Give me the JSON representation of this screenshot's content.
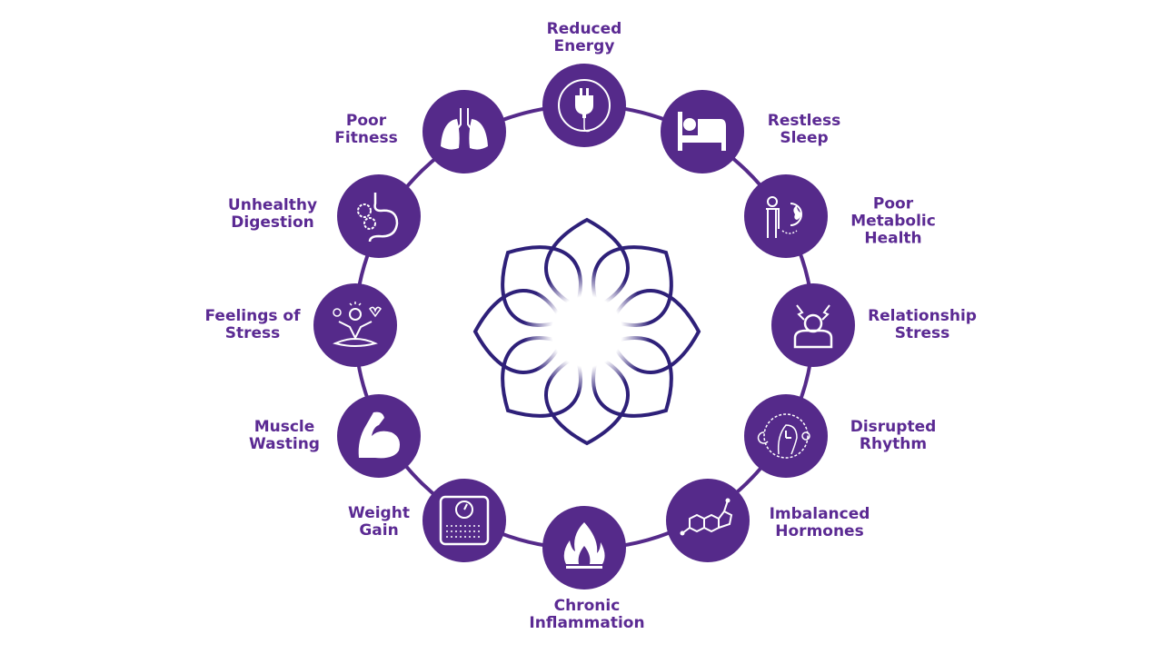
{
  "colors": {
    "node": "#552a8a",
    "ring": "#552a8a",
    "label": "#5b2a93",
    "flower": "#2e2079"
  },
  "nodes": [
    {
      "label": "Reduced\nEnergy",
      "icon": "plug-icon"
    },
    {
      "label": "Restless\nSleep",
      "icon": "bed-icon"
    },
    {
      "label": "Poor\nMetabolic\nHealth",
      "icon": "metabolism-icon"
    },
    {
      "label": "Relationship\nStress",
      "icon": "stressed-person-icon"
    },
    {
      "label": "Disrupted\nRhythm",
      "icon": "circadian-clock-icon"
    },
    {
      "label": "Imbalanced\nHormones",
      "icon": "steroid-molecule-icon"
    },
    {
      "label": "Chronic\nInflammation",
      "icon": "flame-icon"
    },
    {
      "label": "Weight\nGain",
      "icon": "scale-icon"
    },
    {
      "label": "Muscle\nWasting",
      "icon": "flexed-arm-icon"
    },
    {
      "label": "Feelings of\nStress",
      "icon": "meditation-icon"
    },
    {
      "label": "Unhealthy\nDigestion",
      "icon": "stomach-gears-icon"
    },
    {
      "label": "Poor\nFitness",
      "icon": "lungs-icon"
    }
  ]
}
